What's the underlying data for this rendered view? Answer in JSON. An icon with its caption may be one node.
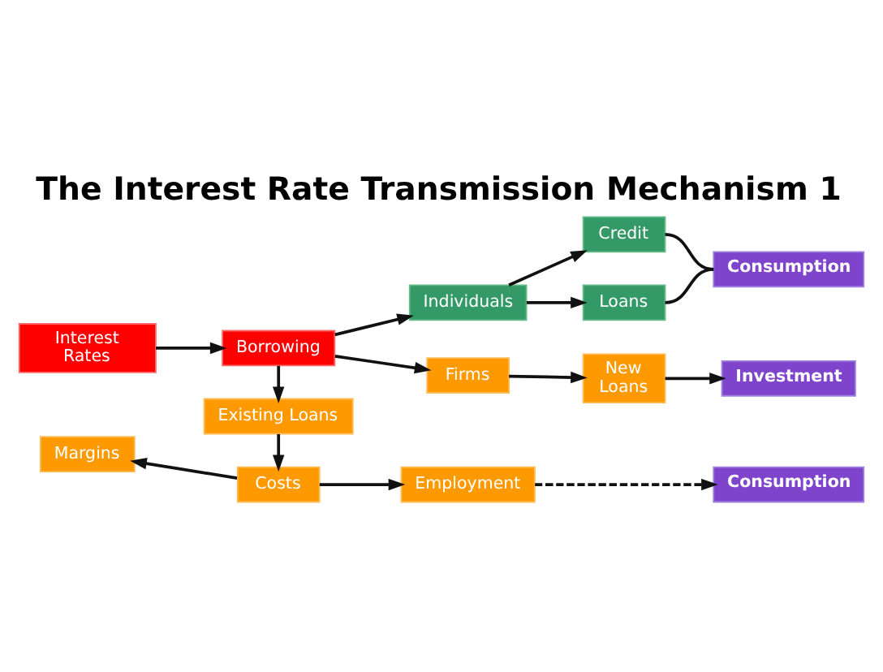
{
  "diagram": {
    "title": "The Interest Rate Transmission Mechanism 1",
    "nodes": [
      {
        "text": [
          "Interest Rates"
        ]
      },
      {
        "text": [
          "Borrowing"
        ]
      },
      {
        "text": [
          "Individuals"
        ]
      },
      {
        "text": [
          "Credit"
        ]
      },
      {
        "text": [
          "Loans"
        ]
      },
      {
        "text": [
          "Consumption"
        ]
      },
      {
        "text": [
          "Firms"
        ]
      },
      {
        "text": [
          "New Loans"
        ]
      },
      {
        "text": [
          "Investment"
        ]
      },
      {
        "text": [
          "Existing Loans"
        ]
      },
      {
        "text": [
          "Margins"
        ]
      },
      {
        "text": [
          "Costs"
        ]
      },
      {
        "text": [
          "Employment"
        ]
      },
      {
        "text": [
          "Consumption"
        ]
      }
    ],
    "edges": [
      {
        "from": 0,
        "to": 1,
        "arrow": "to"
      },
      {
        "from": 1,
        "to": 2,
        "arrow": "to"
      },
      {
        "from": 1,
        "to": 6,
        "arrow": "to"
      },
      {
        "from": 1,
        "to": 9,
        "arrow": "to"
      },
      {
        "from": 2,
        "to": 3,
        "arrow": "to"
      },
      {
        "from": 2,
        "to": 4,
        "arrow": "to"
      },
      {
        "from": 3,
        "to": 5,
        "arrow": "none"
      },
      {
        "from": 4,
        "to": 5,
        "arrow": "none"
      },
      {
        "from": 6,
        "to": 7,
        "arrow": "to"
      },
      {
        "from": 7,
        "to": 8,
        "arrow": "to"
      },
      {
        "from": 9,
        "to": 11,
        "arrow": "to"
      },
      {
        "from": 11,
        "to": 10,
        "arrow": "to"
      },
      {
        "from": 11,
        "to": 12,
        "arrow": "to"
      },
      {
        "from": 12,
        "to": 13,
        "arrow": "to",
        "style": "dashed"
      }
    ]
  }
}
